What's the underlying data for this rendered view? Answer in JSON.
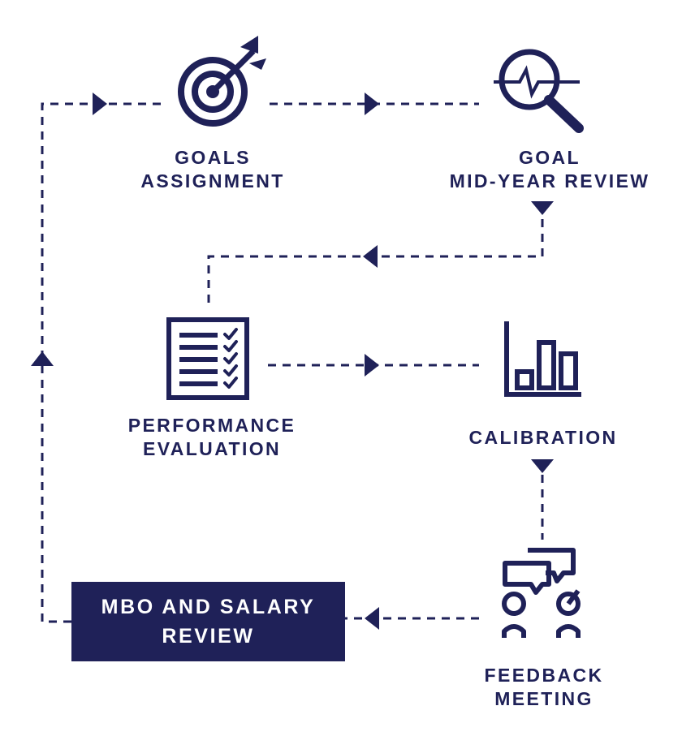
{
  "colors": {
    "primary": "#1f2158",
    "box_text": "#ffffff",
    "background": "#ffffff"
  },
  "nodes": {
    "goals_assignment": {
      "line1": "GOALS",
      "line2": "ASSIGNMENT",
      "icon": "target-icon"
    },
    "goal_mid_year_review": {
      "line1": "GOAL",
      "line2": "MID-YEAR REVIEW",
      "icon": "magnifier-pulse-icon"
    },
    "performance_evaluation": {
      "line1": "PERFORMANCE",
      "line2": "EVALUATION",
      "icon": "checklist-icon"
    },
    "calibration": {
      "line1": "CALIBRATION",
      "icon": "bar-chart-icon"
    },
    "feedback_meeting": {
      "line1": "FEEDBACK",
      "line2": "MEETING",
      "icon": "conversation-icon"
    },
    "mbo_and_salary_review": {
      "line1": "MBO AND SALARY",
      "line2": "REVIEW"
    }
  },
  "flow_order": [
    "goals_assignment",
    "goal_mid_year_review",
    "performance_evaluation",
    "calibration",
    "feedback_meeting",
    "mbo_and_salary_review"
  ]
}
